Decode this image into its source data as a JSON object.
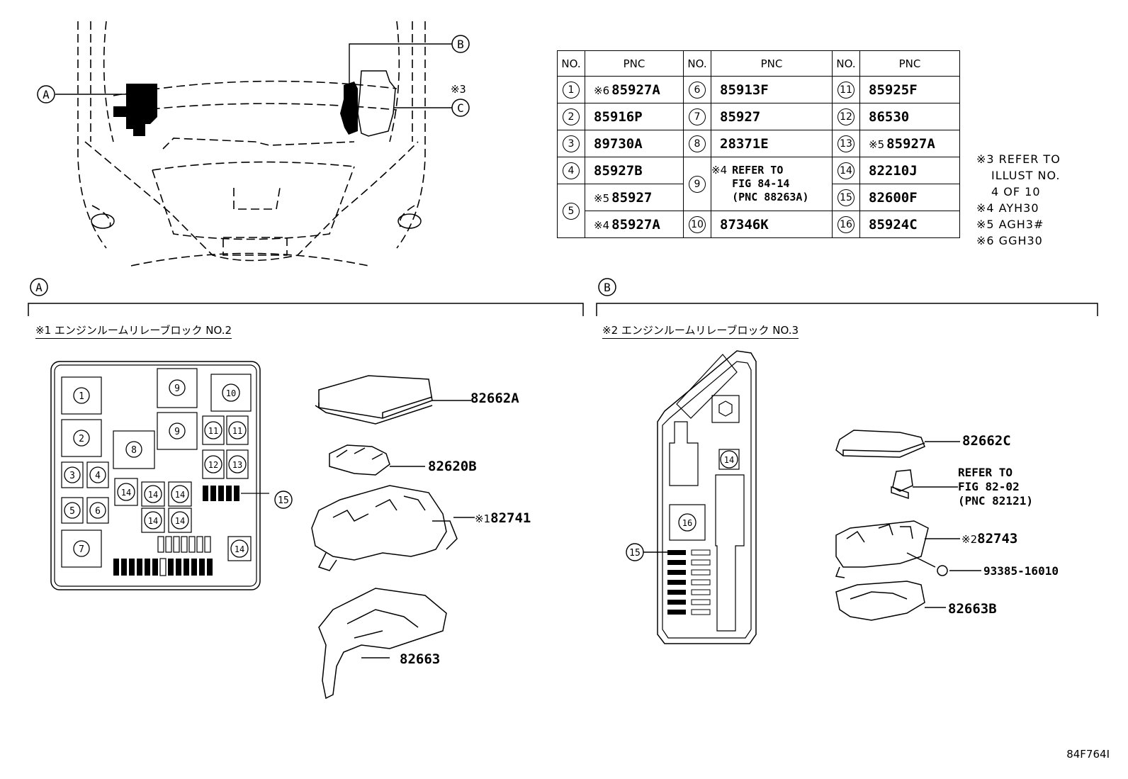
{
  "callouts": {
    "a": "A",
    "b": "B",
    "c": "C",
    "c_note": "※3"
  },
  "table": {
    "headers": [
      "NO.",
      "PNC",
      "NO.",
      "PNC",
      "NO.",
      "PNC"
    ],
    "col1": [
      {
        "no": "1",
        "mark": "※6",
        "pnc": "85927A"
      },
      {
        "no": "2",
        "mark": "",
        "pnc": "85916P"
      },
      {
        "no": "3",
        "mark": "",
        "pnc": "89730A"
      },
      {
        "no": "4",
        "mark": "",
        "pnc": "85927B"
      },
      {
        "no": "5",
        "rows": [
          {
            "mark": "※5",
            "pnc": "85927"
          },
          {
            "mark": "※4",
            "pnc": "85927A"
          }
        ]
      }
    ],
    "col2": [
      {
        "no": "6",
        "pnc": "85913F"
      },
      {
        "no": "7",
        "pnc": "85927"
      },
      {
        "no": "8",
        "pnc": "28371E"
      },
      {
        "no": "9",
        "mark": "※4",
        "lines": [
          "REFER TO",
          "FIG 84-14",
          "(PNC 88263A)"
        ]
      },
      {
        "no": "10",
        "pnc": "87346K"
      }
    ],
    "col3": [
      {
        "no": "11",
        "mark": "",
        "pnc": "85925F"
      },
      {
        "no": "12",
        "mark": "",
        "pnc": "86530"
      },
      {
        "no": "13",
        "mark": "※5",
        "pnc": "85927A"
      },
      {
        "no": "14",
        "mark": "",
        "pnc": "82210J"
      },
      {
        "no": "15",
        "mark": "",
        "pnc": "82600F"
      },
      {
        "no": "16",
        "mark": "",
        "pnc": "85924C"
      }
    ]
  },
  "notes": {
    "n3_a": "※3 REFER TO",
    "n3_b": "ILLUST NO.",
    "n3_c": "4 OF 10",
    "n4": "※4 AYH30",
    "n5": "※5 AGH3#",
    "n6": "※6 GGH30"
  },
  "section_a": {
    "callout": "A",
    "title": "※1 エンジンルームリレーブロック NO.2"
  },
  "section_b": {
    "callout": "B",
    "title": "※2 エンジンルームリレーブロック NO.3"
  },
  "parts_a": {
    "p1": "82662A",
    "p2": "82620B",
    "p3_mark": "※1",
    "p3": "82741",
    "p4": "82663"
  },
  "parts_b": {
    "p1": "82662C",
    "ref_1": "REFER TO",
    "ref_2": "FIG 82-02",
    "ref_3": "(PNC 82121)",
    "p2_mark": "※2",
    "p2": "82743",
    "p3": "93385-16010",
    "p4": "82663B"
  },
  "block_a_labels": {
    "b1": "1",
    "b2": "2",
    "b3": "3",
    "b4": "4",
    "b5": "5",
    "b6": "6",
    "b7": "7",
    "b8": "8",
    "b9": "9",
    "b10": "10",
    "b11": "11",
    "b12": "12",
    "b13": "13",
    "b14": "14",
    "b15": "15"
  },
  "block_b_labels": {
    "b14": "14",
    "b15": "15",
    "b16": "16"
  },
  "corner_code": "84F764I"
}
